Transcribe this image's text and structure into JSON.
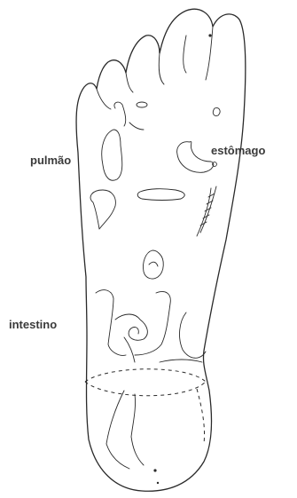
{
  "labels": {
    "lung": "pulmão",
    "stomach": "estômago",
    "intestine": "intestino"
  },
  "colors": {
    "line": "#2a2a2a",
    "label": "#3a3a3a",
    "background": "#ffffff"
  }
}
